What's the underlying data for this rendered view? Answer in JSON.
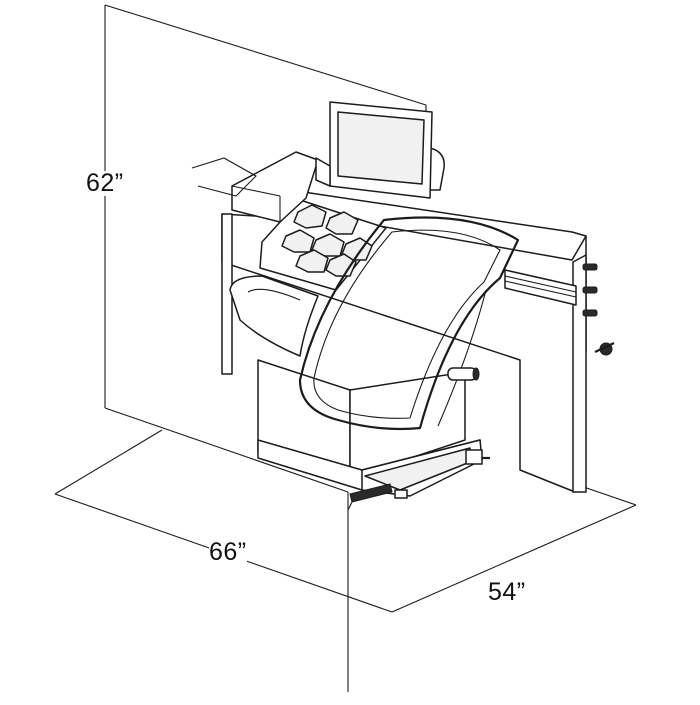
{
  "dimensions": {
    "height": "62”",
    "width": "66”",
    "depth": "54”"
  },
  "colors": {
    "line": "#1c1c1c",
    "background": "#ffffff"
  }
}
